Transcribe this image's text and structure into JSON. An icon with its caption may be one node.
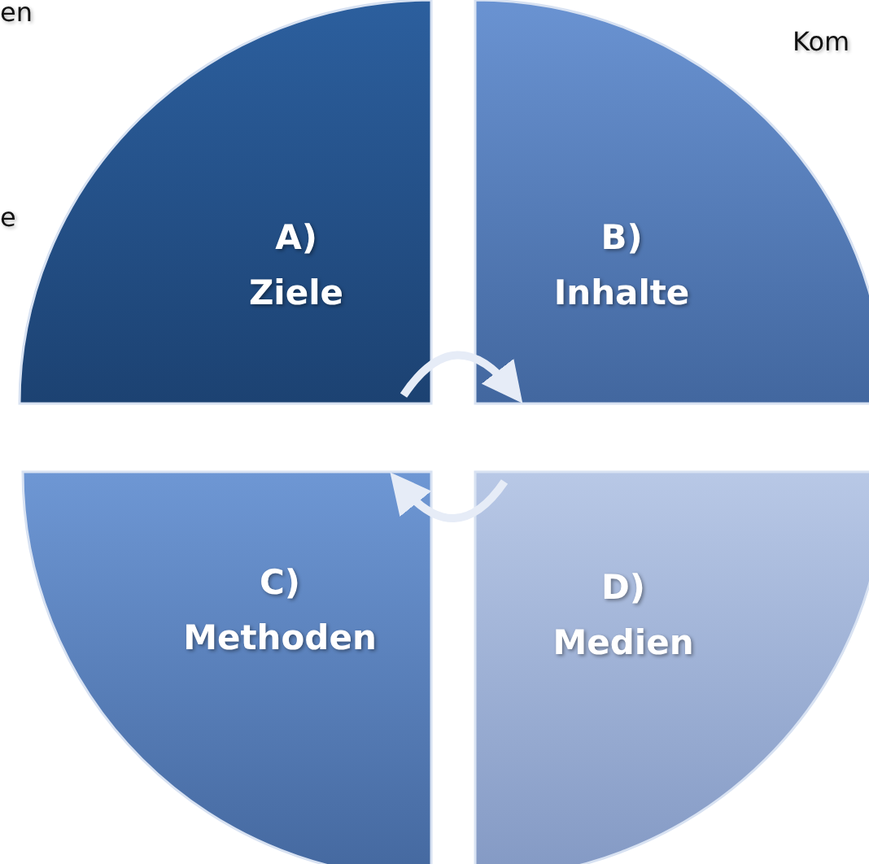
{
  "diagram": {
    "nodes": [
      {
        "text": [
          "A)",
          "Ziele"
        ]
      },
      {
        "text": [
          "B)",
          "Inhalte"
        ]
      },
      {
        "text": [
          "C)",
          "Methoden"
        ]
      },
      {
        "text": [
          "D)",
          "Medien"
        ]
      }
    ],
    "edges": [
      {
        "from": 0,
        "to": 1,
        "arrow": "to"
      },
      {
        "from": 3,
        "to": 2,
        "arrow": "to"
      }
    ],
    "labels": [
      "en",
      "e",
      "Kom"
    ]
  }
}
